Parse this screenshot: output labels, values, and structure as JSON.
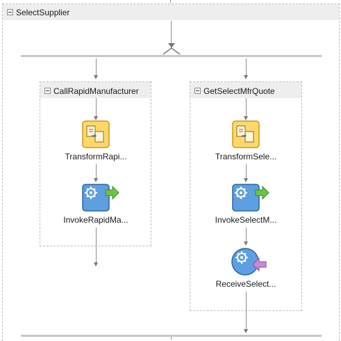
{
  "outer_scope": {
    "title": "SelectSupplier"
  },
  "branches": [
    {
      "scope_title": "CallRapidManufacturer",
      "activities": [
        {
          "label": "TransformRapi...",
          "icon": "transform-icon"
        },
        {
          "label": "InvokeRapidMa...",
          "icon": "invoke-icon"
        }
      ]
    },
    {
      "scope_title": "GetSelectMfrQuote",
      "activities": [
        {
          "label": "TransformSele...",
          "icon": "transform-icon"
        },
        {
          "label": "InvokeSelectM...",
          "icon": "invoke-icon"
        },
        {
          "label": "ReceiveSelect...",
          "icon": "receive-icon"
        }
      ]
    }
  ],
  "colors": {
    "transform_fill": "#ffd86b",
    "transform_border": "#c99a1c",
    "invoke_fill": "#5d9fe0",
    "invoke_border": "#2f679e",
    "invoke_arrow": "#6cc54a",
    "receive_arrow": "#c58ad8",
    "bar": "#c4c8cc"
  }
}
